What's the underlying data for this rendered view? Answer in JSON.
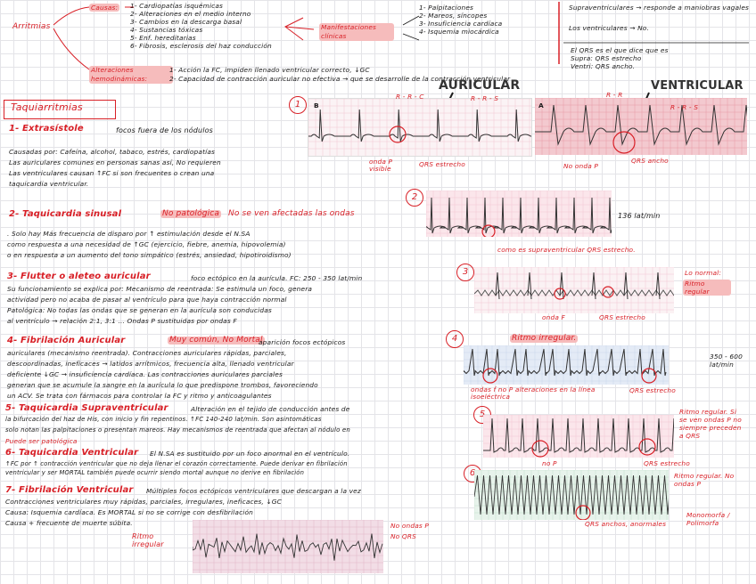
{
  "top": {
    "arritmias": "Arritmias",
    "causas": "Causas:",
    "causas_list": [
      "1- Cardiopatías isquémicas",
      "2- Alteraciones en el medio interno",
      "3- Cambios en la descarga basal",
      "4- Sustancias tóxicas",
      "5- Enf. hereditarias",
      "6- Fibrosis, esclerosis del haz conducción"
    ],
    "manifestaciones": "Manifestaciones clínicas",
    "manif_list": [
      "1- Palpitaciones",
      "2- Mareos, síncopes",
      "3- Insuficiencia cardíaca",
      "4- Isquemia miocárdica"
    ],
    "alteraciones": "Alteraciones hemodinámicas:",
    "alt_list": [
      "1- Acción la FC, impiden llenado ventricular correcto, ↓GC",
      "2- Capacidad de contracción auricular no efectiva → que se desarrolle de la contracción ventricular"
    ],
    "right1": "Supraventriculares → responde a maniobras vagales",
    "right2": "Los ventriculares → No.",
    "right3": "El QRS es el que dice que es",
    "right4": "Supra: QRS estrecho",
    "right5": "Ventri: QRS ancho."
  },
  "panels": {
    "auricular": "AURICULAR",
    "ventricular": "VENTRICULAR",
    "label_b": "B",
    "label_a": "A",
    "rr1": "R - R - C",
    "rr2": "R - R - S",
    "rr3": "R - R",
    "rr4": "R - R - S",
    "onda_p": "onda P visible",
    "qrs_estrecho": "QRS estrecho",
    "no_onda_p": "No onda P",
    "qrs_ancho": "QRS ancho"
  },
  "taqui": {
    "title": "Taquiarritmias",
    "s1_title": "1- Extrasístole",
    "s1_title_b": "focos fuera de los nódulos",
    "s1_l1": "Causadas por: Cafeína, alcohol, tabaco, estrés, cardiopatías",
    "s1_l2": "Las auriculares comunes en personas sanas así, No requieren",
    "s1_l3": "Las ventriculares causan ↑FC si son frecuentes o crean una",
    "s1_l4": "taquicardia ventricular.",
    "s2_title": "2- Taquicardia sinusal",
    "s2_tag": "No patológica",
    "s2_rest": "No se ven afectadas las ondas",
    "s2_l1": ". Solo hay Más frecuencia de disparo por ↑ estimulación desde el N.SA",
    "s2_l2": "como respuesta a una necesidad de ↑GC (ejercicio, fiebre, anemia, hipovolemia)",
    "s2_l3": "o en respuesta a un aumento del tono simpático (estrés, ansiedad, hipotiroidismo)",
    "s2_rate": "136 lat/min",
    "s2_note": "como es supraventricular QRS estrecho.",
    "s3_title": "3- Flutter o aleteo auricular",
    "s3_rest": "foco ectópico en la aurícula. FC: 250 - 350 lat/min",
    "s3_l1": "Su funcionamiento se explica por: Mecanismo de reentrada: Se estimula un foco, genera",
    "s3_l2": "actividad pero no acaba de pasar al ventrículo para que haya contracción normal",
    "s3_l3": "Patológica: No todas las ondas que se generan en la aurícula son conducidas",
    "s3_l4": "al ventrículo → relación 2:1, 3:1 ... Ondas P sustituidas por ondas F",
    "s3_side1": "Lo normal:",
    "s3_side2": "Ritmo regular",
    "s3_ondaf": "onda F",
    "s3_qrs": "QRS estrecho",
    "s4_title": "4- Fibrilación Auricular",
    "s4_tag": "Muy común, No Mortal",
    "s4_rest": "aparición focos ectópicos",
    "s4_l1": "auriculares (mecanismo reentrada). Contracciones auriculares rápidas, parciales,",
    "s4_l2": "descoordinadas, ineficaces → latidos arrítmicos, frecuencia alta, llenado ventricular",
    "s4_l3": "deficiente ↓GC → insuficiencia cardíaca. Las contracciones auriculares parciales",
    "s4_l4": "generan que se acumule la sangre en la aurícula lo que predispone trombos, favoreciendo",
    "s4_l5": "un ACV. Se trata con fármacos para controlar la FC y ritmo y anticoagulantes",
    "s4_ritmo": "Ritmo irregular.",
    "s4_rate": "350 - 600 lat/min",
    "s4_ondas": "ondas f no P alteraciones en la línea isoeléctrica",
    "s4_qrs": "QRS estrecho",
    "s5_title": "5- Taquicardia Supraventricular",
    "s5_rest": "Alteración en el tejido de conducción antes de",
    "s5_l1": "la bifurcación del haz de His, con inicio y fin repentinos. ↑FC 140-240 lat/min. Son asintomáticas",
    "s5_l2": "solo notan las palpitaciones o presentan mareos. Hay mecanismos de reentrada que afectan al nódulo en",
    "s5_l3": "Puede ser patológica",
    "s5_side": "Ritmo regular. Si se ven ondas P no siempre preceden a QRS",
    "s5_nop": "no P",
    "s5_qrs": "QRS estrecho",
    "s6_title": "6- Taquicardia Ventricular",
    "s6_rest": "El N.SA es sustituido por un foco anormal en el ventrículo.",
    "s6_l1": "↑FC por ↑ contracción ventricular que no deja llenar el corazón correctamente. Puede derivar en fibrilación",
    "s6_l2": "ventricular y ser MORTAL también puede ocurrir siendo mortal aunque no derive en fibrilación",
    "s6_side": "Ritmo regular. No ondas P",
    "s6_qrs": "QRS anchos, anormales",
    "s6_side2": "Monomorfa / Polimorfa",
    "s7_title": "7- Fibrilación Ventricular",
    "s7_rest": "Múltiples focos ectópicos ventriculares que descargan a la vez",
    "s7_l1": "Contracciones ventriculares muy rápidas, parciales, irregulares, ineficaces, ↓GC",
    "s7_l2": "Causa: Isquemia cardíaca. Es MORTAL si no se corrige con desfibrilación",
    "s7_l3": "Causa + frecuente de muerte súbita.",
    "s7_ritmo": "Ritmo irregular",
    "s7_noondas": "No ondas P",
    "s7_noqrs": "No QRS"
  },
  "circles": [
    "1",
    "2",
    "3",
    "4",
    "5",
    "6"
  ],
  "colors": {
    "accent": "#d81f26",
    "highlight": "#f6bcbc",
    "ecg_grid": "#f2c6d3"
  }
}
